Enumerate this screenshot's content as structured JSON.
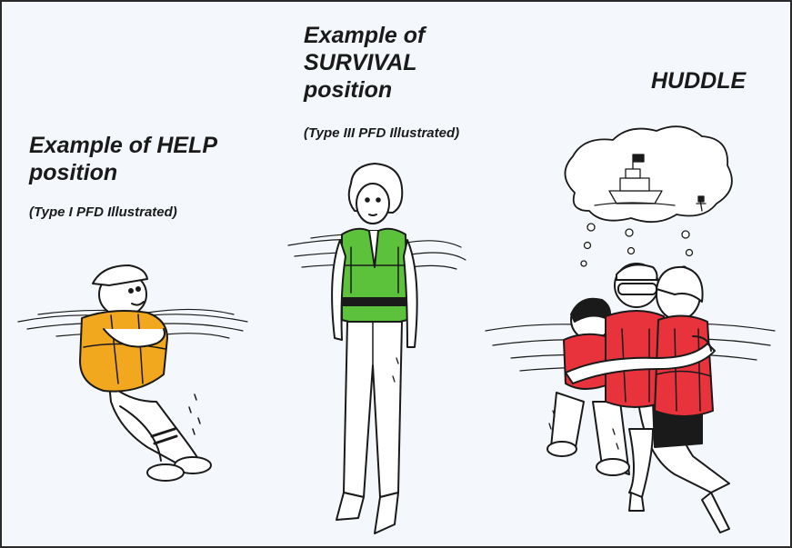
{
  "help": {
    "title_line1": "Example of HELP",
    "title_line2": "position",
    "subtitle": "(Type I PFD Illustrated)"
  },
  "survival": {
    "title_line1": "Example of",
    "title_line2": "SURVIVAL",
    "title_line3": "position",
    "subtitle": "(Type III PFD Illustrated)"
  },
  "huddle": {
    "title": "HUDDLE"
  },
  "colors": {
    "background": "#f4f8fc",
    "type1_pfd": "#f2a81e",
    "type3_pfd": "#5cc23c",
    "huddle_pfd": "#e8333c",
    "ink": "#1a1a1a"
  }
}
